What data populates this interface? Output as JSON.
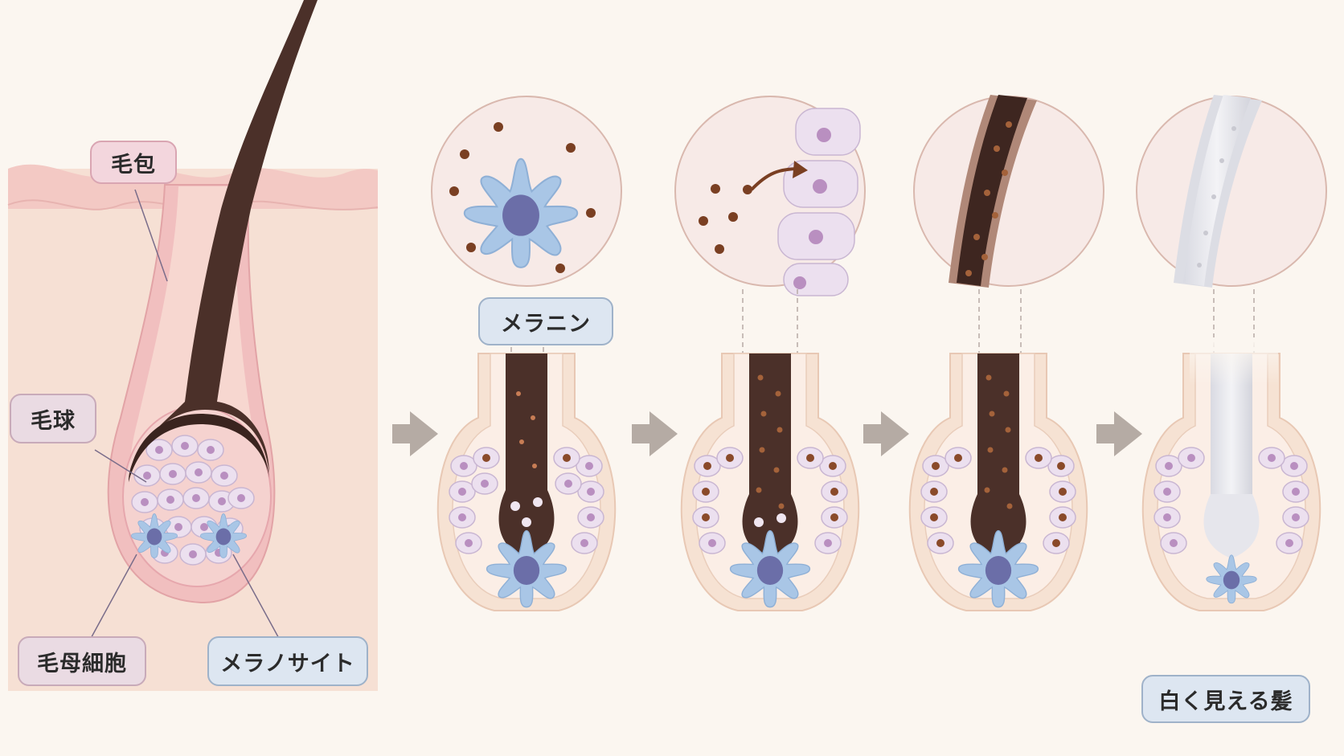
{
  "labels": {
    "follicle": "毛包",
    "bulb": "毛球",
    "matrix_cell": "毛母細胞",
    "melanocyte": "メラノサイト",
    "melanin": "メラニン",
    "white_hair": "白く見える髪"
  },
  "colors": {
    "background": "#fbf6f0",
    "skin": "#f7e2d6",
    "follicle_pink": "#f0c4c4",
    "hair_dark": "#4b3029",
    "melanin_dot": "#8a4a2a",
    "melanocyte_blue": "#a9c6e6",
    "nucleus": "#6b6ea8",
    "cell_lilac": "#ece0ef",
    "white_hair": "#e4e4ea",
    "arrow": "#b5aba4"
  },
  "icons": [
    "arrow-right-icon",
    "melanocyte-icon",
    "magnifier-circle-icon"
  ]
}
